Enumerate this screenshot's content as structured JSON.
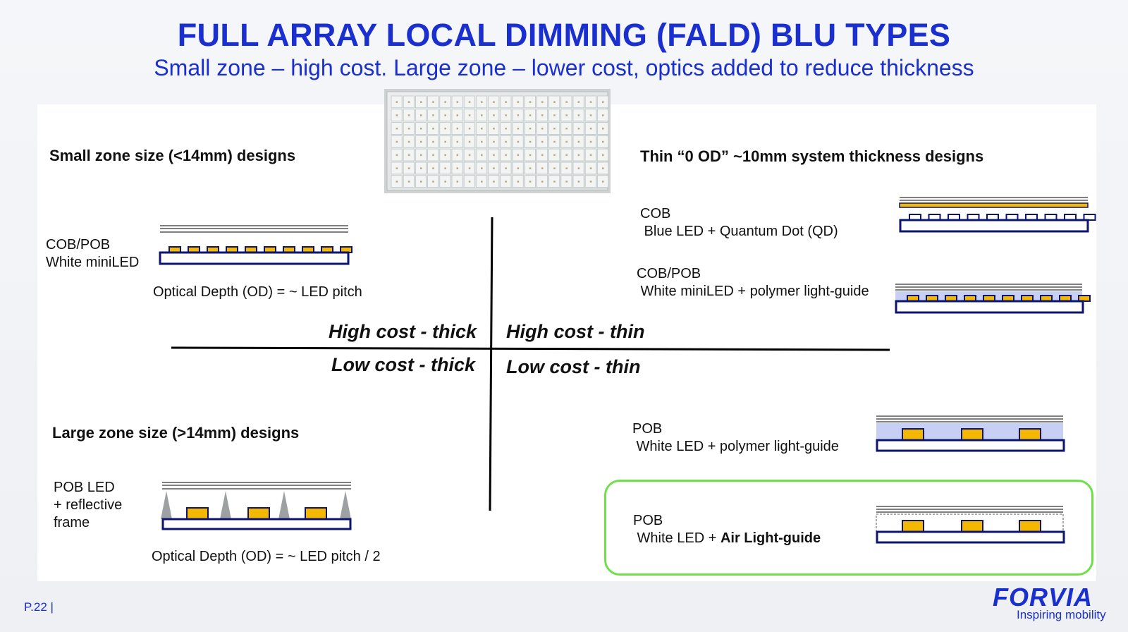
{
  "title": "FULL ARRAY LOCAL DIMMING (FALD) BLU TYPES",
  "subtitle": "Small zone – high cost. Large zone – lower cost, optics added to reduce thickness",
  "sections": {
    "small_zone": "Small zone size (<14mm) designs",
    "thin_designs": "Thin “0 OD” ~10mm system thickness designs",
    "large_zone": "Large zone size (>14mm) designs"
  },
  "quadrants": {
    "top_left": "High cost - thick",
    "top_right": "High cost - thin",
    "bottom_left": "Low cost - thick",
    "bottom_right": "Low cost - thin"
  },
  "items": {
    "cob_pob_small": {
      "line1": "COB/POB",
      "line2": "White miniLED",
      "note": "Optical Depth  (OD) = ~ LED pitch"
    },
    "pob_reflective": {
      "line1": "POB LED",
      "line2": "+ reflective",
      "line3": "frame",
      "note": "Optical Depth (OD) = ~ LED pitch / 2"
    },
    "cob_qd": {
      "line1": "COB",
      "line2": " Blue LED + Quantum Dot (QD)"
    },
    "cob_pob_polymer": {
      "line1": "COB/POB",
      "line2": " White miniLED + polymer light-guide"
    },
    "pob_polymer": {
      "line1": "POB",
      "line2": " White LED + polymer light-guide"
    },
    "pob_air": {
      "line1": "POB",
      "line2_prefix": " White LED + ",
      "line2_bold": "Air Light-guide"
    }
  },
  "footer": {
    "page": "P.22 |",
    "logo": "FORVIA",
    "tagline": "Inspiring mobility"
  },
  "colors": {
    "accent": "#1a2fd0",
    "led": "#f5b800",
    "substrate": "#0d1570",
    "highlight": "#6fe04a",
    "guide": "#c8cff5"
  }
}
